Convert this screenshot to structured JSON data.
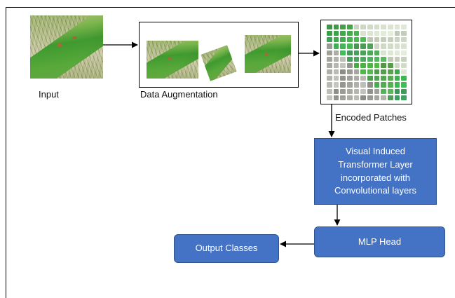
{
  "diagram": {
    "input_label": "Input",
    "augmentation_label": "Data Augmentation",
    "patches_label": "Encoded Patches",
    "transformer_label": "Visual Induced\nTransformer Layer\nincorporated with\nConvolutional layers",
    "mlp_label": "MLP Head",
    "output_label": "Output Classes"
  },
  "colors": {
    "block_fill": "#4472c4",
    "block_border": "#2f528f",
    "arrow": "#000000"
  }
}
